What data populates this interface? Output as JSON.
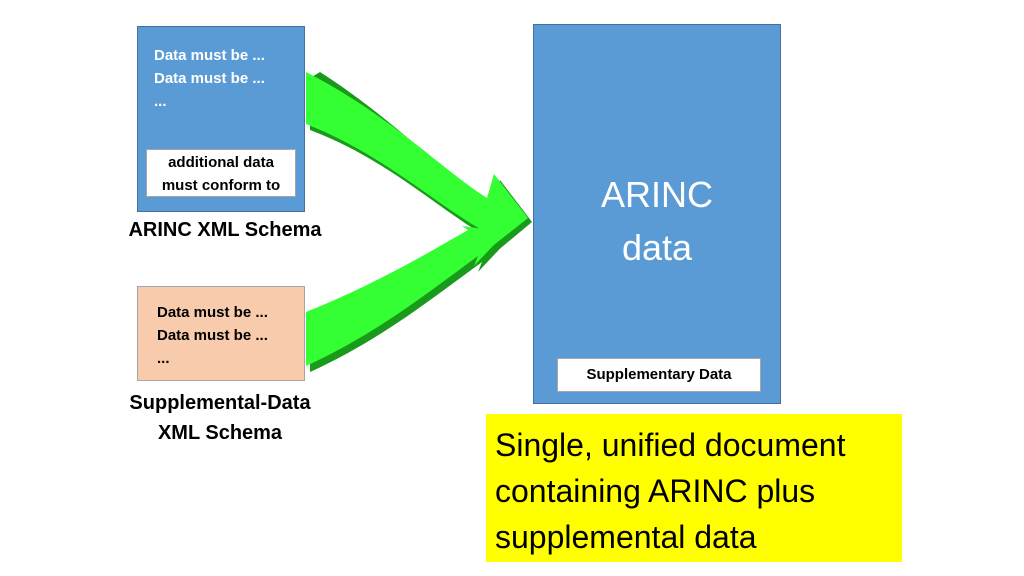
{
  "arinc_schema": {
    "rules": [
      "Data must be ...",
      "Data must be ...",
      "..."
    ],
    "additional_box": [
      "additional data",
      "must conform to"
    ],
    "label": "ARINC XML Schema",
    "color": "#5b9bd5"
  },
  "supplemental_schema": {
    "rules": [
      "Data must be ...",
      "Data must be ...",
      "..."
    ],
    "label": [
      "Supplemental-Data",
      "XML Schema"
    ],
    "color": "#f8cbad"
  },
  "arinc_data": {
    "title": [
      "ARINC",
      "data"
    ],
    "supplementary_label": "Supplementary Data",
    "color": "#5b9bd5"
  },
  "callout": {
    "lines": [
      "Single, unified document",
      "containing ARINC plus",
      "supplemental data"
    ],
    "color": "#ffff00"
  },
  "arrow_color": "#33ff33"
}
